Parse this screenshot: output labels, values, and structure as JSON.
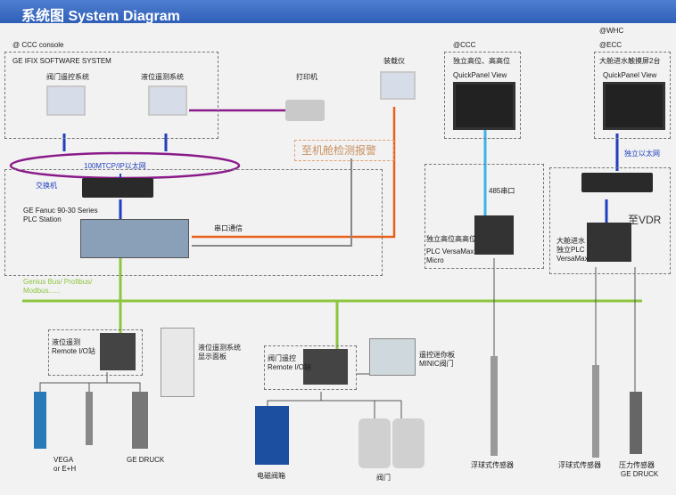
{
  "header": {
    "title": "系统图 System Diagram"
  },
  "labels": {
    "ccc_console": "@ CCC console",
    "ifix": "GE IFIX SOFTWARE SYSTEM",
    "valve_remote": "阀门遥控系统",
    "level_remote": "液位遥测系统",
    "printer": "打印机",
    "loader": "装载仪",
    "ccc": "@CCC",
    "whc": "@WHC",
    "ecc": "@ECC",
    "hl_alarm": "独立高位、高高位",
    "qpv1": "QuickPanel View",
    "ballast_touch": "大舱进水触摸屏2台",
    "qpv2": "QuickPanel View",
    "network": "100MTCP/IP以太网",
    "engine_alarm": "至机舱检测报警",
    "switch": "交换机",
    "ge_fanuc": "GE Fanuc 90-30 Series",
    "plc_station": "PLC Station",
    "serial": "串口通信",
    "rs485": "485串口",
    "ind_eth": "独立以太网",
    "to_vdr": "至VDR",
    "hl_plc": "独立高位高高位",
    "versamax_micro": "PLC VersaMax",
    "micro": "Micro",
    "ballast_plc1": "大舱进水",
    "ballast_plc2": "独立PLC",
    "ballast_plc3": "VersaMax",
    "genius": "Genius Bus/ Profibus/",
    "modbus": "Modbus......",
    "level_io1": "液位遥测",
    "level_io2": "Remote I/O站",
    "level_panel1": "液位遥测系统",
    "level_panel2": "显示面板",
    "valve_io1": "阀门遥控",
    "valve_io2": "Remote I/O站",
    "minic1": "遥控迷你板",
    "minic2": "MINIC阀门",
    "vega1": "VEGA",
    "vega2": "or E+H",
    "ge_druck": "GE DRUCK",
    "solenoid": "电磁阀箱",
    "valve": "阀门",
    "float1": "浮球式传感器",
    "float2": "浮球式传感器",
    "pressure1": "压力传感器",
    "pressure2": "GE DRUCK"
  },
  "colors": {
    "accent": "#2f5fb8",
    "ethernet": "#8a1a8a",
    "serial": "#e8601c",
    "fieldbus": "#8cc63f",
    "rs485": "#3cb4e6",
    "net_blue": "#1f3fbf"
  }
}
